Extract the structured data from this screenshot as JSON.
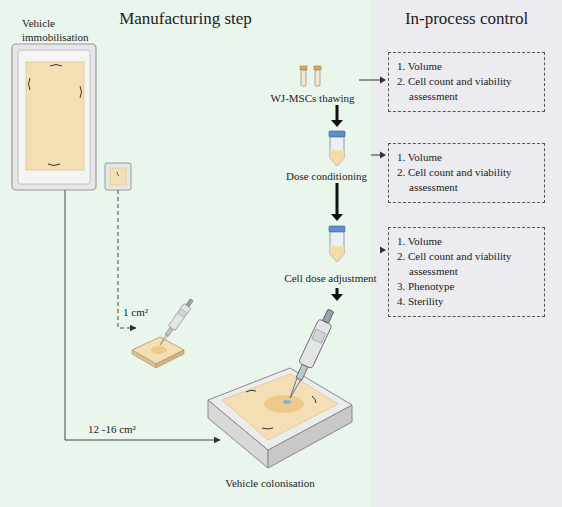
{
  "diagram": {
    "nodes": [
      {
        "text": [
          "WJ-MSCs thawing"
        ]
      },
      {
        "text": [
          "1. Volume",
          "2. Cell count and viability assessment"
        ]
      },
      {
        "text": [
          "Dose conditioning"
        ]
      },
      {
        "text": [
          "1. Volume",
          "2. Cell count and viability assessment"
        ]
      },
      {
        "text": [
          "Cell dose adjustment"
        ]
      },
      {
        "text": [
          "1. Volume",
          "2. Cell count and viability assessment",
          "3. Phenotype",
          "4. Sterility"
        ]
      }
    ],
    "edges": [
      {
        "from": 0,
        "to": 1,
        "arrow": "to"
      },
      {
        "from": 2,
        "to": 3,
        "arrow": "to"
      },
      {
        "from": 4,
        "to": 5,
        "arrow": "to"
      },
      {
        "from": 0,
        "to": 2,
        "arrow": "to"
      },
      {
        "from": 2,
        "to": 4,
        "arrow": "to"
      }
    ],
    "labels": [
      "Manufacturing step",
      "In-process control",
      "Vehicle immobilisation",
      "1 cm²",
      "12 -16 cm²",
      "Vehicle colonisation"
    ]
  }
}
